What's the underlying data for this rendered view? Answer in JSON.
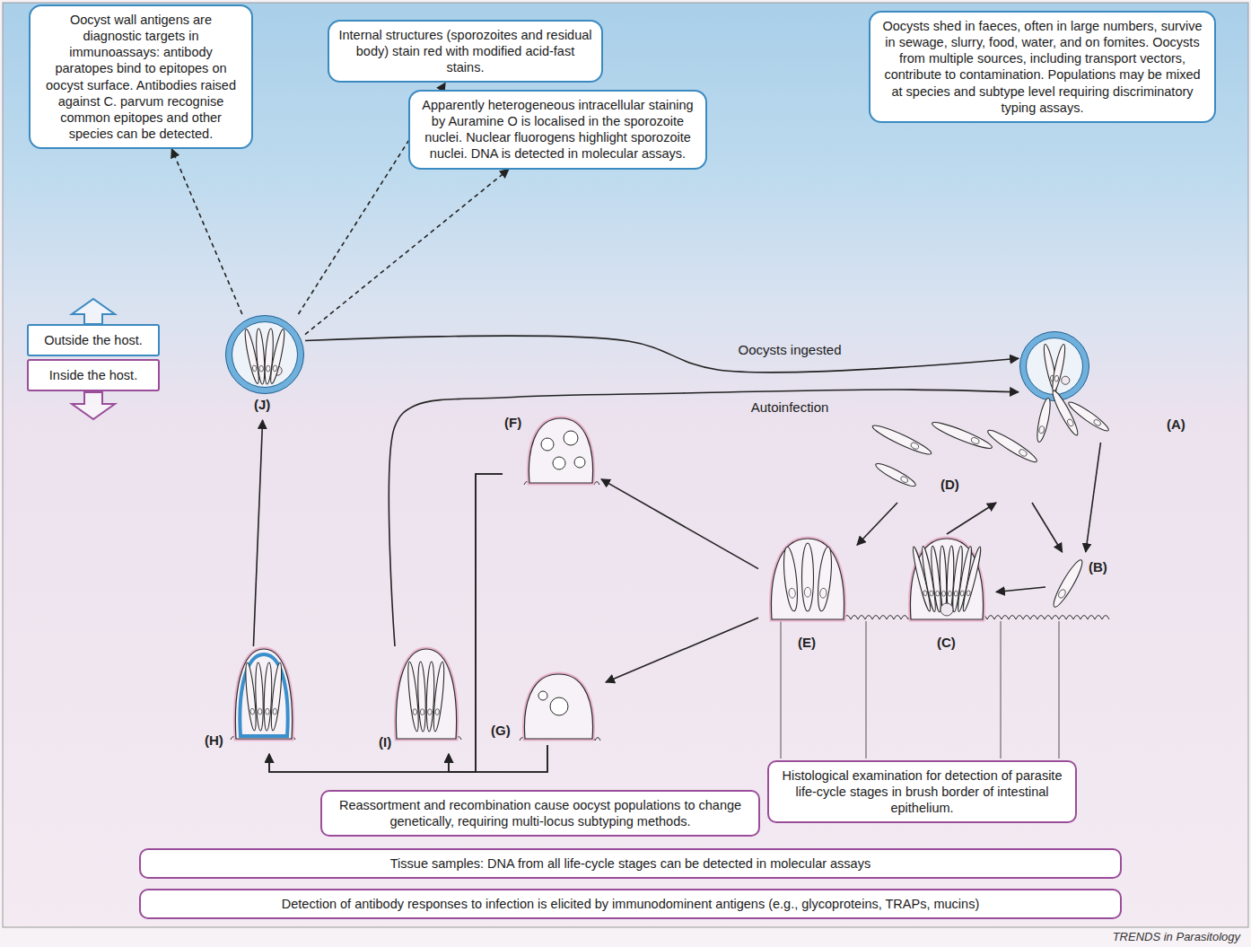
{
  "diagram": {
    "nodes": [
      {
        "text": [
          "Oocyst wall antigens are diagnostic targets in immunoassays: antibody paratopes bind to epitopes on oocyst surface. Antibodies raised against C. parvum recognise common epitopes and other species can be detected."
        ]
      },
      {
        "text": [
          "Internal structures (sporozoites and residual body) stain red with modified acid-fast stains."
        ]
      },
      {
        "text": [
          "Apparently heterogeneous intracellular staining by Auramine O is localised in the sporozoite nuclei. Nuclear fluorogens highlight sporozoite nuclei. DNA is detected in molecular assays."
        ]
      },
      {
        "text": [
          "Oocysts shed in faeces, often in large numbers, survive in sewage, slurry, food, water, and on fomites. Oocysts from multiple sources, including transport vectors, contribute to contamination. Populations may be mixed at species and subtype level requiring discriminatory typing assays."
        ]
      },
      {
        "text": [
          "Outside the host."
        ]
      },
      {
        "text": [
          "Inside the host."
        ]
      },
      {
        "text": [
          "(J)"
        ]
      },
      {
        "text": [
          "(A)"
        ]
      },
      {
        "text": [
          "(D)"
        ]
      },
      {
        "text": [
          "(F)"
        ]
      },
      {
        "text": [
          "(B)"
        ]
      },
      {
        "text": [
          "(E)"
        ]
      },
      {
        "text": [
          "(C)"
        ]
      },
      {
        "text": [
          "(H)"
        ]
      },
      {
        "text": [
          "(I)"
        ]
      },
      {
        "text": [
          "(G)"
        ]
      },
      {
        "text": [
          "Reassortment and recombination cause oocyst populations to change genetically, requiring multi-locus subtyping methods."
        ]
      },
      {
        "text": [
          "Histological examination for detection of parasite life-cycle stages in brush border of intestinal epithelium."
        ]
      },
      {
        "text": [
          "Tissue samples: DNA from all life-cycle stages can be detected in molecular assays"
        ]
      },
      {
        "text": [
          "Detection of antibody responses to infection is elicited by immunodominent antigens (e.g., glycoproteins, TRAPs, mucins)"
        ]
      }
    ],
    "edges": [
      {
        "from": 6,
        "to": 0,
        "arrow": "to"
      },
      {
        "from": 6,
        "to": 1,
        "arrow": "to"
      },
      {
        "from": 6,
        "to": 2,
        "arrow": "to"
      },
      {
        "from": 6,
        "to": 7,
        "label": "Oocysts ingested",
        "arrow": "to"
      },
      {
        "from": 14,
        "to": 7,
        "label": "Autoinfection",
        "arrow": "to"
      },
      {
        "from": 7,
        "to": 10,
        "arrow": "to"
      },
      {
        "from": 8,
        "to": 10,
        "arrow": "to"
      },
      {
        "from": 10,
        "to": 12,
        "arrow": "to"
      },
      {
        "from": 12,
        "to": 8,
        "arrow": "to"
      },
      {
        "from": 8,
        "to": 11,
        "arrow": "to"
      },
      {
        "from": 11,
        "to": 9,
        "arrow": "to"
      },
      {
        "from": 11,
        "to": 15,
        "arrow": "to"
      },
      {
        "from": 9,
        "to": 13,
        "arrow": "to"
      },
      {
        "from": 9,
        "to": 14,
        "arrow": "to"
      },
      {
        "from": 15,
        "to": 13,
        "arrow": "to"
      },
      {
        "from": 15,
        "to": 14,
        "arrow": "to"
      },
      {
        "from": 13,
        "to": 6,
        "arrow": "to"
      }
    ],
    "labels": [
      "TRENDS in Parasitology"
    ]
  }
}
